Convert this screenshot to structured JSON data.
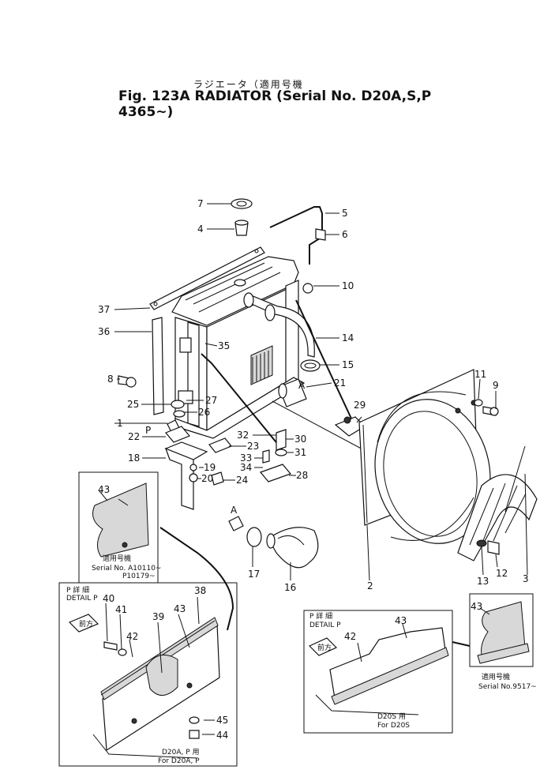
{
  "title": {
    "japanese": "ラジエータ（適用号機",
    "main": "Fig. 123A RADIATOR (Serial No. D20A,S,P 4365~)"
  },
  "callouts": [
    "1",
    "2",
    "3",
    "4",
    "5",
    "6",
    "7",
    "8",
    "9",
    "10",
    "11",
    "12",
    "13",
    "14",
    "15",
    "16",
    "17",
    "18",
    "19",
    "20",
    "21",
    "22",
    "23",
    "24",
    "25",
    "26",
    "27",
    "28",
    "29",
    "30",
    "31",
    "32",
    "33",
    "34",
    "35",
    "36",
    "37"
  ],
  "markers": {
    "p": "P",
    "a_main": "A",
    "a_hose": "A"
  },
  "inset_serial_a": {
    "part_43": "43",
    "applicable_jp": "適用号機",
    "serial_line1": "Serial No. A10110~",
    "serial_line2": "P10179~"
  },
  "detail_p_left": {
    "header_jp": "P 詳 細",
    "header": "DETAIL P",
    "front_jp": "前方",
    "parts": [
      "38",
      "39",
      "40",
      "41",
      "42",
      "43",
      "44",
      "45"
    ],
    "footer_jp": "D20A, P 用",
    "footer": "For D20A, P"
  },
  "detail_p_right": {
    "header_jp": "P 詳 細",
    "header": "DETAIL P",
    "front_jp": "前方",
    "parts": [
      "42",
      "43"
    ],
    "footer_jp": "D20S 用",
    "footer": "For D20S"
  },
  "inset_serial_s": {
    "part_43": "43",
    "applicable_jp": "適用号機",
    "serial": "Serial No.9517~"
  }
}
